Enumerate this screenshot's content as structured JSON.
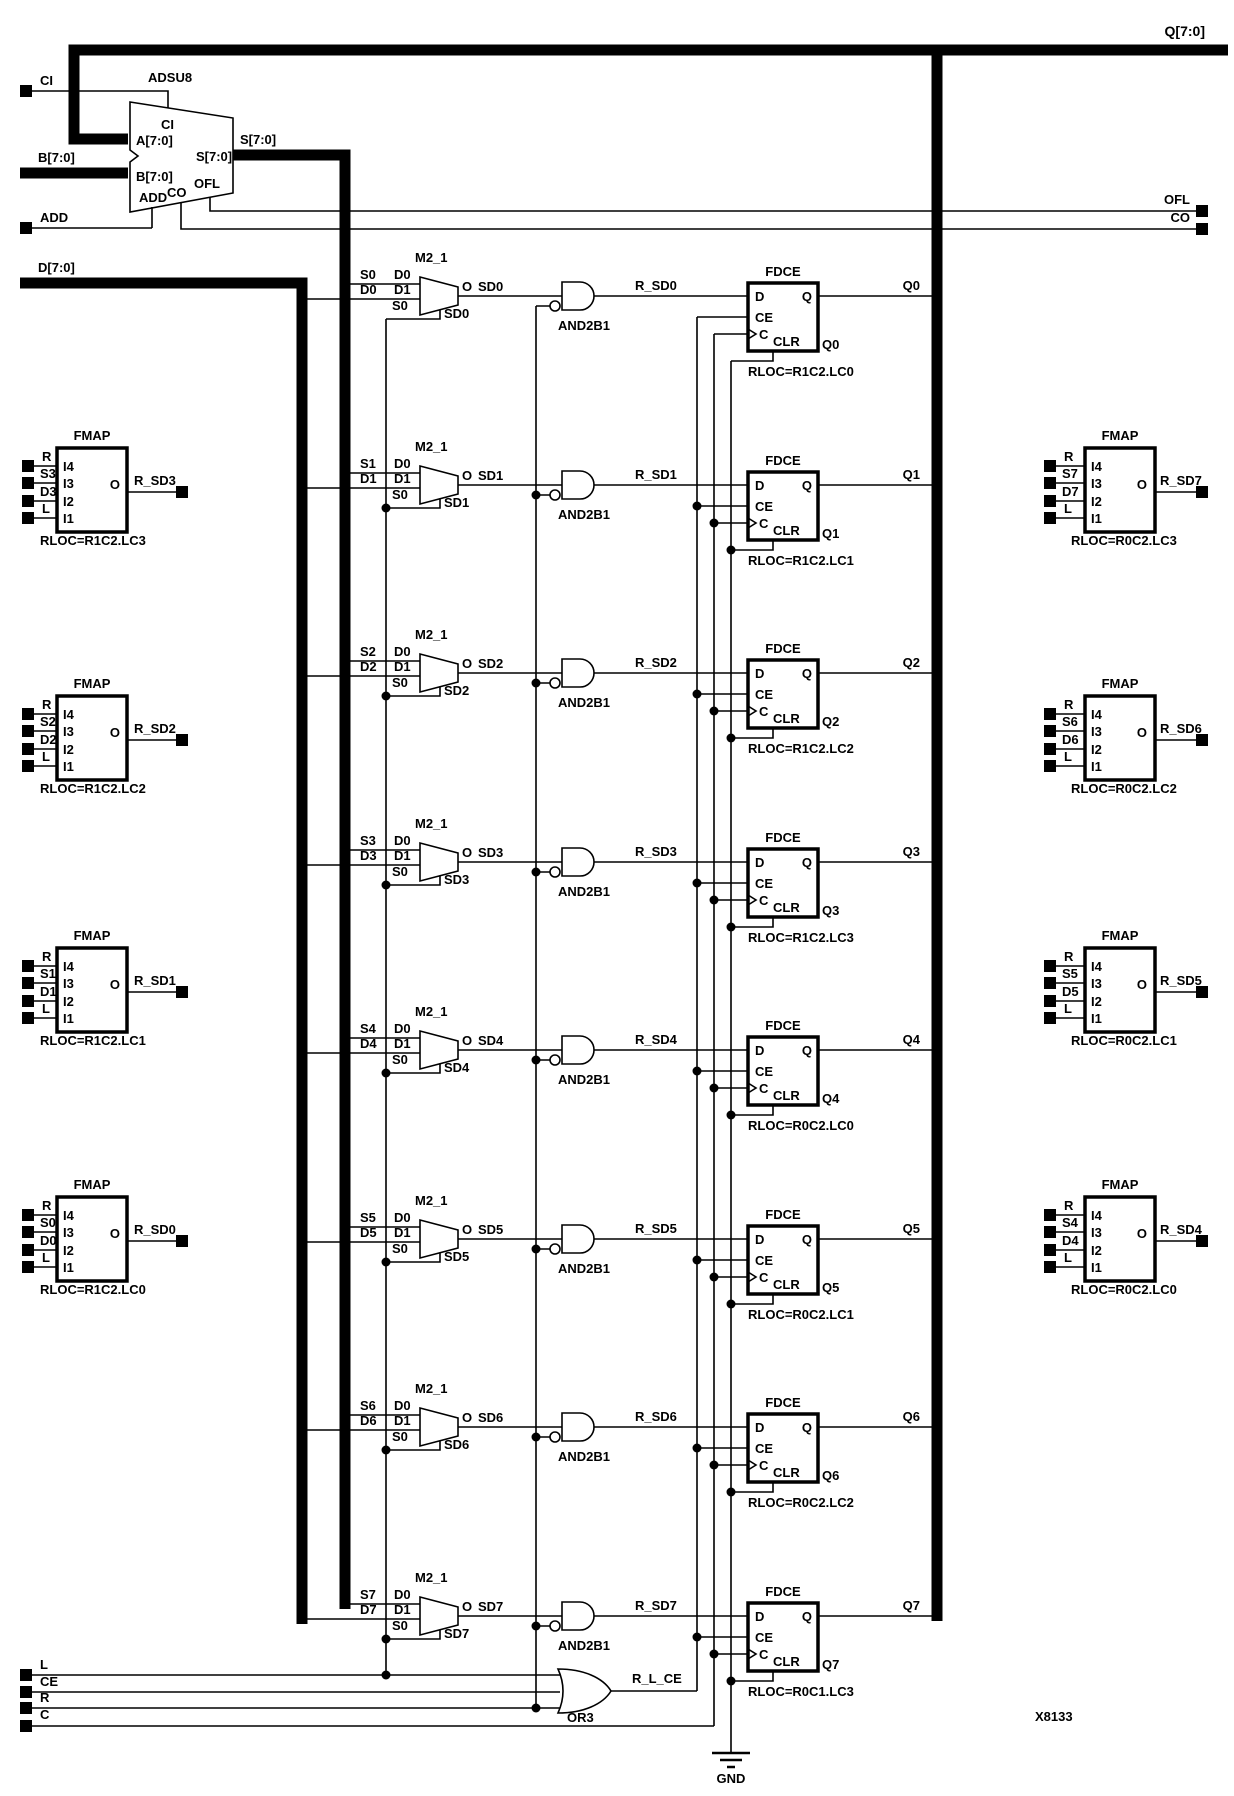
{
  "diagram": {
    "sheet_id": "X8133",
    "ink": "#000000",
    "paper": "#ffffff",
    "top": {
      "q_bus": "Q[7:0]",
      "ofl": "OFL",
      "co": "CO"
    },
    "adder": {
      "type": "ADSU8",
      "net_ci": "CI",
      "net_b": "B[7:0]",
      "net_add": "ADD",
      "net_s": "S[7:0]",
      "net_d": "D[7:0]",
      "pin_ci": "CI",
      "pin_a": "A[7:0]",
      "pin_b": "B[7:0]",
      "pin_add": "ADD",
      "pin_co": "CO",
      "pin_ofl": "OFL",
      "pin_s": "S[7:0]"
    },
    "symbols": {
      "mux": "M2_1",
      "mux_d0": "D0",
      "mux_d1": "D1",
      "mux_s0": "S0",
      "mux_o": "O",
      "and": "AND2B1",
      "or": "OR3",
      "gnd": "GND",
      "ff": "FDCE",
      "ff_d": "D",
      "ff_ce": "CE",
      "ff_c": "C",
      "ff_clr": "CLR",
      "ff_q": "Q",
      "fmap": "FMAP",
      "i4": "I4",
      "i3": "I3",
      "i2": "I2",
      "i1": "I1",
      "o": "O"
    },
    "rows": [
      {
        "s": "S0",
        "d": "D0",
        "sd": "SD0",
        "r_sd": "R_SD0",
        "q": "Q0",
        "rloc": "RLOC=R1C2.LC0"
      },
      {
        "s": "S1",
        "d": "D1",
        "sd": "SD1",
        "r_sd": "R_SD1",
        "q": "Q1",
        "rloc": "RLOC=R1C2.LC1"
      },
      {
        "s": "S2",
        "d": "D2",
        "sd": "SD2",
        "r_sd": "R_SD2",
        "q": "Q2",
        "rloc": "RLOC=R1C2.LC2"
      },
      {
        "s": "S3",
        "d": "D3",
        "sd": "SD3",
        "r_sd": "R_SD3",
        "q": "Q3",
        "rloc": "RLOC=R1C2.LC3"
      },
      {
        "s": "S4",
        "d": "D4",
        "sd": "SD4",
        "r_sd": "R_SD4",
        "q": "Q4",
        "rloc": "RLOC=R0C2.LC0"
      },
      {
        "s": "S5",
        "d": "D5",
        "sd": "SD5",
        "r_sd": "R_SD5",
        "q": "Q5",
        "rloc": "RLOC=R0C2.LC1"
      },
      {
        "s": "S6",
        "d": "D6",
        "sd": "SD6",
        "r_sd": "R_SD6",
        "q": "Q6",
        "rloc": "RLOC=R0C2.LC2"
      },
      {
        "s": "S7",
        "d": "D7",
        "sd": "SD7",
        "r_sd": "R_SD7",
        "q": "Q7",
        "rloc": "RLOC=R0C1.LC3"
      }
    ],
    "fmaps_left": [
      {
        "r": "R",
        "s": "S3",
        "d": "D3",
        "l": "L",
        "net": "R_SD3",
        "rloc": "RLOC=R1C2.LC3"
      },
      {
        "r": "R",
        "s": "S2",
        "d": "D2",
        "l": "L",
        "net": "R_SD2",
        "rloc": "RLOC=R1C2.LC2"
      },
      {
        "r": "R",
        "s": "S1",
        "d": "D1",
        "l": "L",
        "net": "R_SD1",
        "rloc": "RLOC=R1C2.LC1"
      },
      {
        "r": "R",
        "s": "S0",
        "d": "D0",
        "l": "L",
        "net": "R_SD0",
        "rloc": "RLOC=R1C2.LC0"
      }
    ],
    "fmaps_right": [
      {
        "r": "R",
        "s": "S7",
        "d": "D7",
        "l": "L",
        "net": "R_SD7",
        "rloc": "RLOC=R0C2.LC3"
      },
      {
        "r": "R",
        "s": "S6",
        "d": "D6",
        "l": "L",
        "net": "R_SD6",
        "rloc": "RLOC=R0C2.LC2"
      },
      {
        "r": "R",
        "s": "S5",
        "d": "D5",
        "l": "L",
        "net": "R_SD5",
        "rloc": "RLOC=R0C2.LC1"
      },
      {
        "r": "R",
        "s": "S4",
        "d": "D4",
        "l": "L",
        "net": "R_SD4",
        "rloc": "RLOC=R0C2.LC0"
      }
    ],
    "bottom": {
      "l": "L",
      "ce": "CE",
      "r": "R",
      "c": "C",
      "or_out": "R_L_CE"
    }
  }
}
